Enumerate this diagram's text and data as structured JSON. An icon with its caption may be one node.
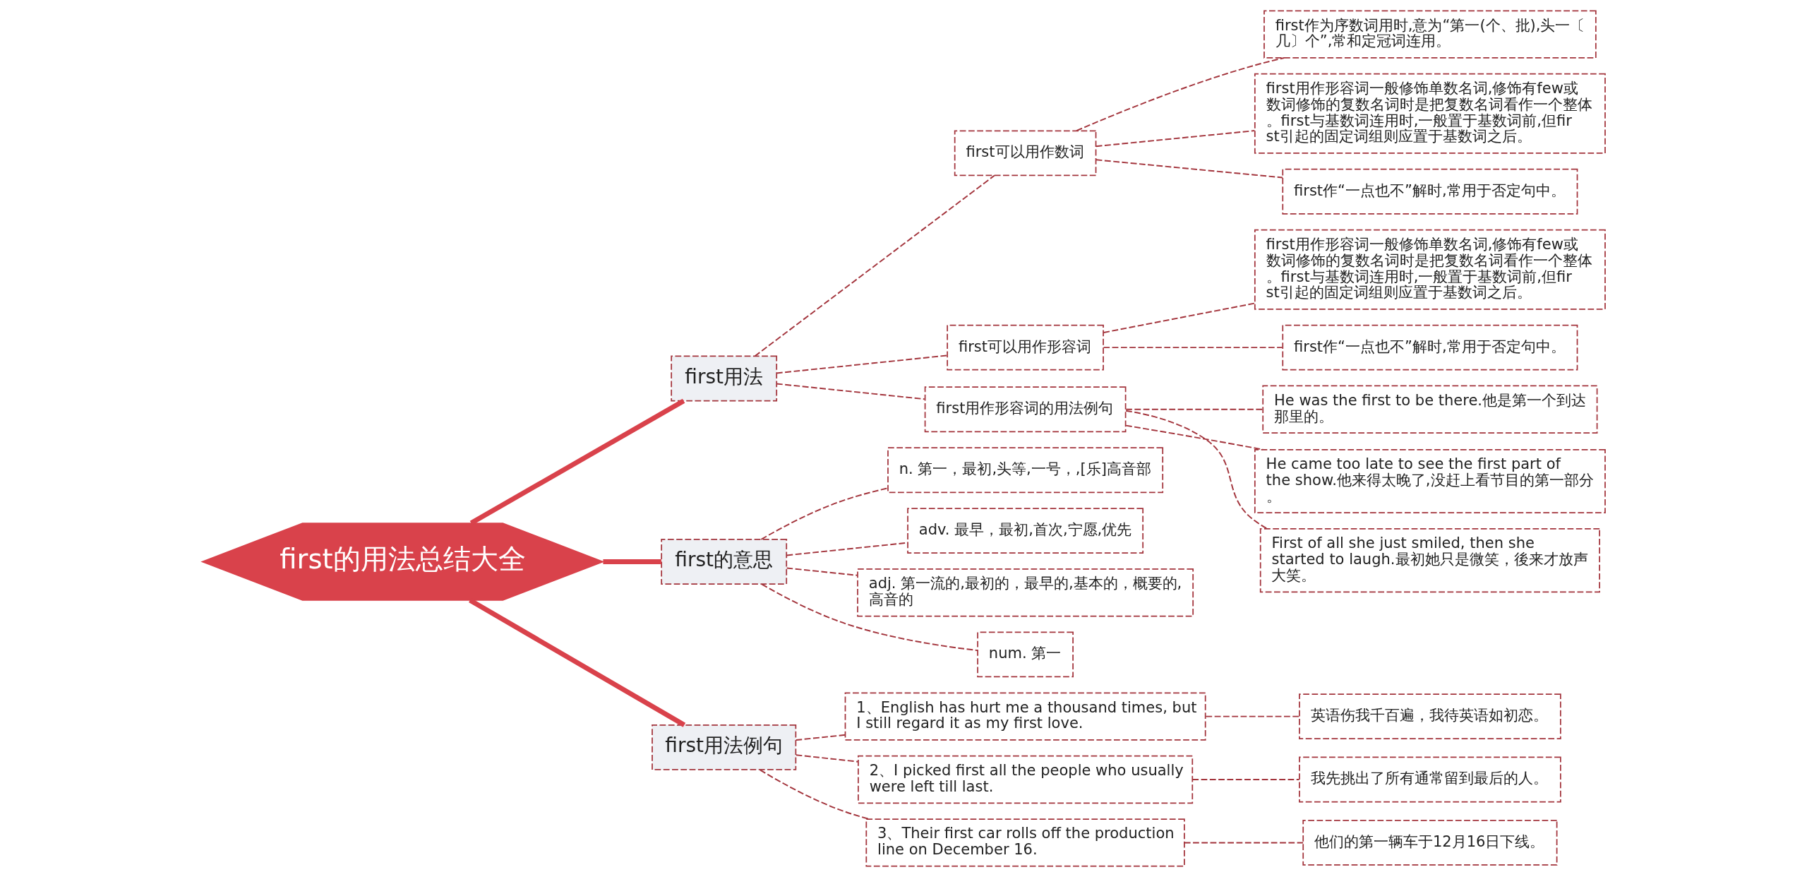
{
  "diagram": {
    "nodes": [
      {
        "text": [
          "first的用法总结大全"
        ]
      },
      {
        "text": [
          "first用法"
        ]
      },
      {
        "text": [
          "first可以用作数词"
        ]
      },
      {
        "text": [
          "first作为序数词用时,意为“第一(个、批),头一〔几〕个”,常和定冠词连用。"
        ]
      },
      {
        "text": [
          "first用作形容词一般修饰单数名词,修饰有few或数词修饰的复数名词时是把复数名词看作一个整体。first与基数词连用时,一般置于基数词前,但first引起的固定词组则应置于基数词之后。"
        ]
      },
      {
        "text": [
          "first作“一点也不”解时,常用于否定句中。"
        ]
      },
      {
        "text": [
          "first可以用作形容词"
        ]
      },
      {
        "text": [
          "first用作形容词一般修饰单数名词,修饰有few或数词修饰的复数名词时是把复数名词看作一个整体。first与基数词连用时,一般置于基数词前,但first引起的固定词组则应置于基数词之后。"
        ]
      },
      {
        "text": [
          "first作“一点也不”解时,常用于否定句中。"
        ]
      },
      {
        "text": [
          "first用作形容词的用法例句"
        ]
      },
      {
        "text": [
          "He was the first to be there.他是第一个到达那里的。"
        ]
      },
      {
        "text": [
          "He came too late to see the first part of the show.他来得太晚了,没赶上看节目的第一部分。"
        ]
      },
      {
        "text": [
          "First of all she just smiled, then she started to laugh.最初她只是微笑，後来才放声大笑。"
        ]
      },
      {
        "text": [
          "first的意思"
        ]
      },
      {
        "text": [
          "n. 第一，最初,头等,一号，,[乐]高音部"
        ]
      },
      {
        "text": [
          "adv. 最早，最初,首次,宁愿,优先"
        ]
      },
      {
        "text": [
          "adj. 第一流的,最初的，最早的,基本的，概要的,高音的"
        ]
      },
      {
        "text": [
          "num. 第一"
        ]
      },
      {
        "text": [
          "first用法例句"
        ]
      },
      {
        "text": [
          "1、English has hurt me a thousand times, but I still regard it as my first love."
        ]
      },
      {
        "text": [
          "英语伤我千百遍，我待英语如初恋。"
        ]
      },
      {
        "text": [
          "2、I picked first all the people who usually were left till last."
        ]
      },
      {
        "text": [
          "我先挑出了所有通常留到最后的人。"
        ]
      },
      {
        "text": [
          "3、Their first car rolls off the production line on December 16."
        ]
      },
      {
        "text": [
          "他们的第一辆车于12月16日下线。"
        ]
      }
    ],
    "edges": [
      {
        "from": 0,
        "to": 1,
        "arrow": "none",
        "style": "thick",
        "color": "#d9424b"
      },
      {
        "from": 1,
        "to": 2,
        "arrow": "none",
        "style": "dashed"
      },
      {
        "from": 2,
        "to": 3,
        "arrow": "none",
        "style": "dashed"
      },
      {
        "from": 2,
        "to": 4,
        "arrow": "none",
        "style": "dashed"
      },
      {
        "from": 2,
        "to": 5,
        "arrow": "none",
        "style": "dashed"
      },
      {
        "from": 1,
        "to": 6,
        "arrow": "none",
        "style": "dashed"
      },
      {
        "from": 6,
        "to": 7,
        "arrow": "none",
        "style": "dashed"
      },
      {
        "from": 6,
        "to": 8,
        "arrow": "none",
        "style": "dashed"
      },
      {
        "from": 1,
        "to": 9,
        "arrow": "none",
        "style": "dashed"
      },
      {
        "from": 9,
        "to": 10,
        "arrow": "none",
        "style": "dashed"
      },
      {
        "from": 9,
        "to": 11,
        "arrow": "none",
        "style": "dashed"
      },
      {
        "from": 9,
        "to": 12,
        "arrow": "none",
        "style": "dashed"
      },
      {
        "from": 0,
        "to": 13,
        "arrow": "none",
        "style": "thick",
        "color": "#d9424b"
      },
      {
        "from": 13,
        "to": 14,
        "arrow": "none",
        "style": "dashed"
      },
      {
        "from": 13,
        "to": 15,
        "arrow": "none",
        "style": "dashed"
      },
      {
        "from": 13,
        "to": 16,
        "arrow": "none",
        "style": "dashed"
      },
      {
        "from": 13,
        "to": 17,
        "arrow": "none",
        "style": "dashed"
      },
      {
        "from": 0,
        "to": 18,
        "arrow": "none",
        "style": "thick",
        "color": "#d9424b"
      },
      {
        "from": 18,
        "to": 19,
        "arrow": "none",
        "style": "dashed"
      },
      {
        "from": 19,
        "to": 20,
        "arrow": "none",
        "style": "dashed"
      },
      {
        "from": 18,
        "to": 21,
        "arrow": "none",
        "style": "dashed"
      },
      {
        "from": 21,
        "to": 22,
        "arrow": "none",
        "style": "dashed"
      },
      {
        "from": 18,
        "to": 23,
        "arrow": "none",
        "style": "dashed"
      },
      {
        "from": 23,
        "to": 24,
        "arrow": "none",
        "style": "dashed"
      }
    ]
  }
}
